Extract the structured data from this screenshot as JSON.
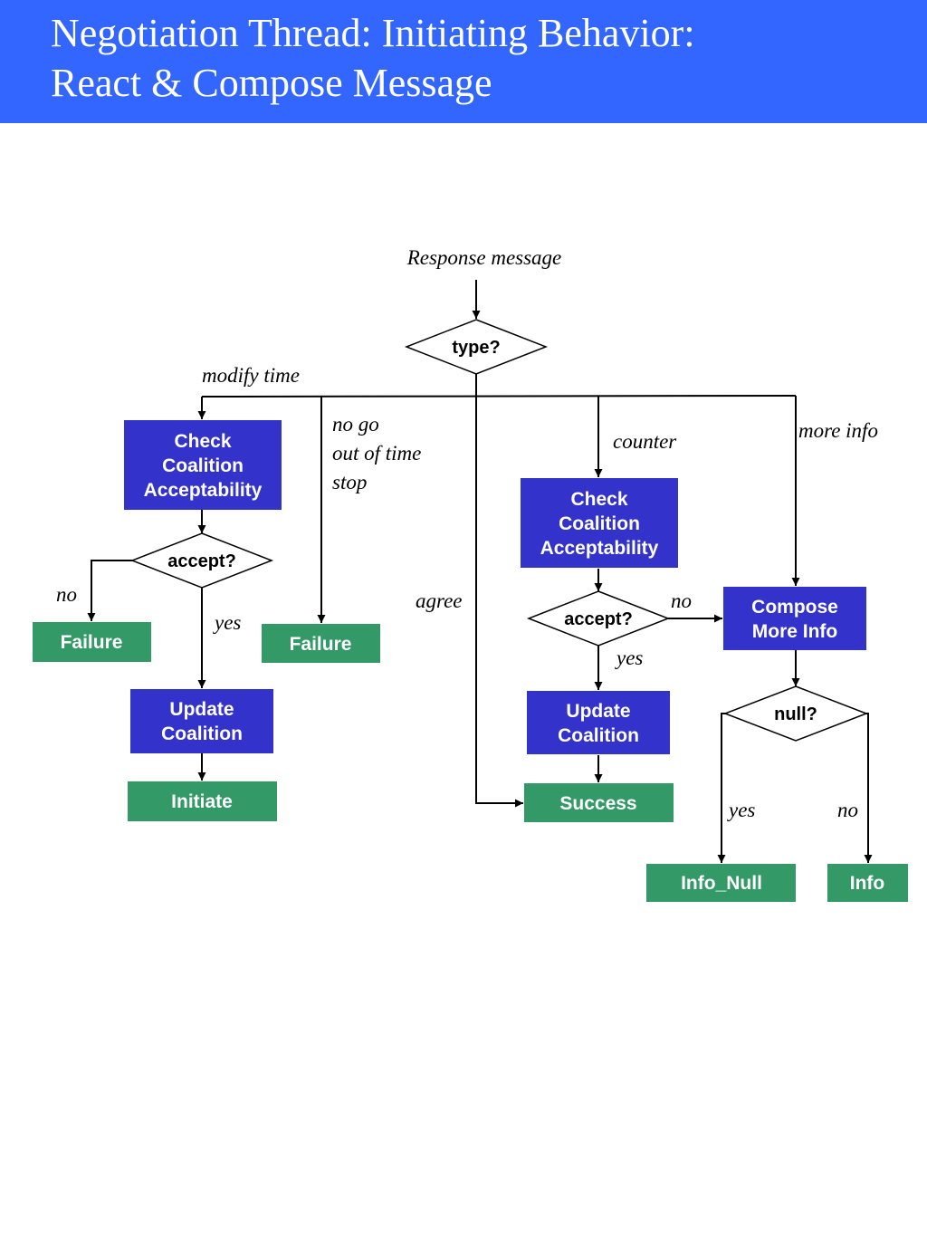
{
  "title": {
    "line1": "Negotiation Thread:  Initiating Behavior:",
    "line2": "React & Compose Message"
  },
  "colors": {
    "header": "#3366ff",
    "process_box": "#3333cc",
    "terminal_box": "#339966"
  },
  "nodes": {
    "start_label": "Response message",
    "type_decision": "type?",
    "check_left": [
      "Check",
      "Coalition",
      "Acceptability"
    ],
    "accept_left": "accept?",
    "failure_left": "Failure",
    "failure_mid": "Failure",
    "update_left": [
      "Update",
      "Coalition"
    ],
    "initiate": "Initiate",
    "check_right": [
      "Check",
      "Coalition",
      "Acceptability"
    ],
    "accept_right": "accept?",
    "update_right": [
      "Update",
      "Coalition"
    ],
    "success": "Success",
    "compose": [
      "Compose",
      "More Info"
    ],
    "null_decision": "null?",
    "info_null": "Info_Null",
    "info": "Info"
  },
  "edge_labels": {
    "modify_time": "modify time",
    "no_go": [
      "no go",
      "out of time",
      "stop"
    ],
    "agree": "agree",
    "counter": "counter",
    "more_info": "more info",
    "left_no": "no",
    "left_yes": "yes",
    "right_no": "no",
    "right_yes": "yes",
    "null_yes": "yes",
    "null_no": "no"
  }
}
